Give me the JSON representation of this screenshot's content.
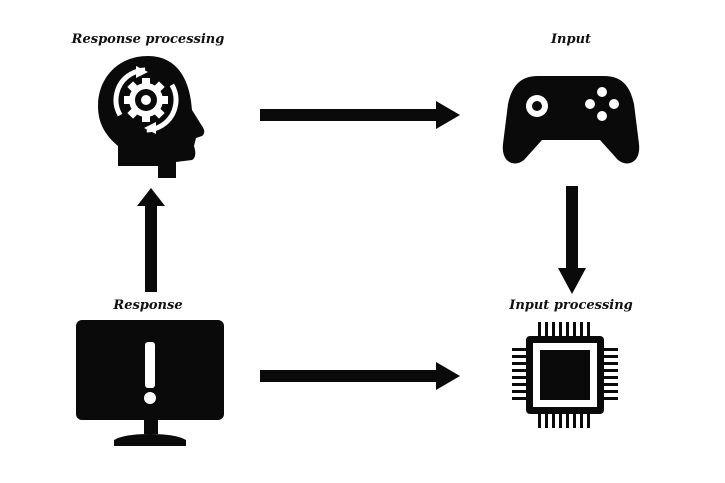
{
  "nodes": {
    "response_processing": {
      "label": "Response processing",
      "icon": "head-gear-icon"
    },
    "input": {
      "label": "Input",
      "icon": "gamepad-icon"
    },
    "input_processing": {
      "label": "Input processing",
      "icon": "cpu-chip-icon"
    },
    "response": {
      "label": "Response",
      "icon": "monitor-alert-icon"
    }
  },
  "edges": [
    {
      "from": "Response processing",
      "to": "Input"
    },
    {
      "from": "Input",
      "to": "Input processing"
    },
    {
      "from": "Response",
      "to": "Input processing"
    },
    {
      "from": "Response",
      "to": "Response processing"
    }
  ],
  "colors": {
    "ink": "#0a0a0a",
    "background": "#ffffff"
  }
}
